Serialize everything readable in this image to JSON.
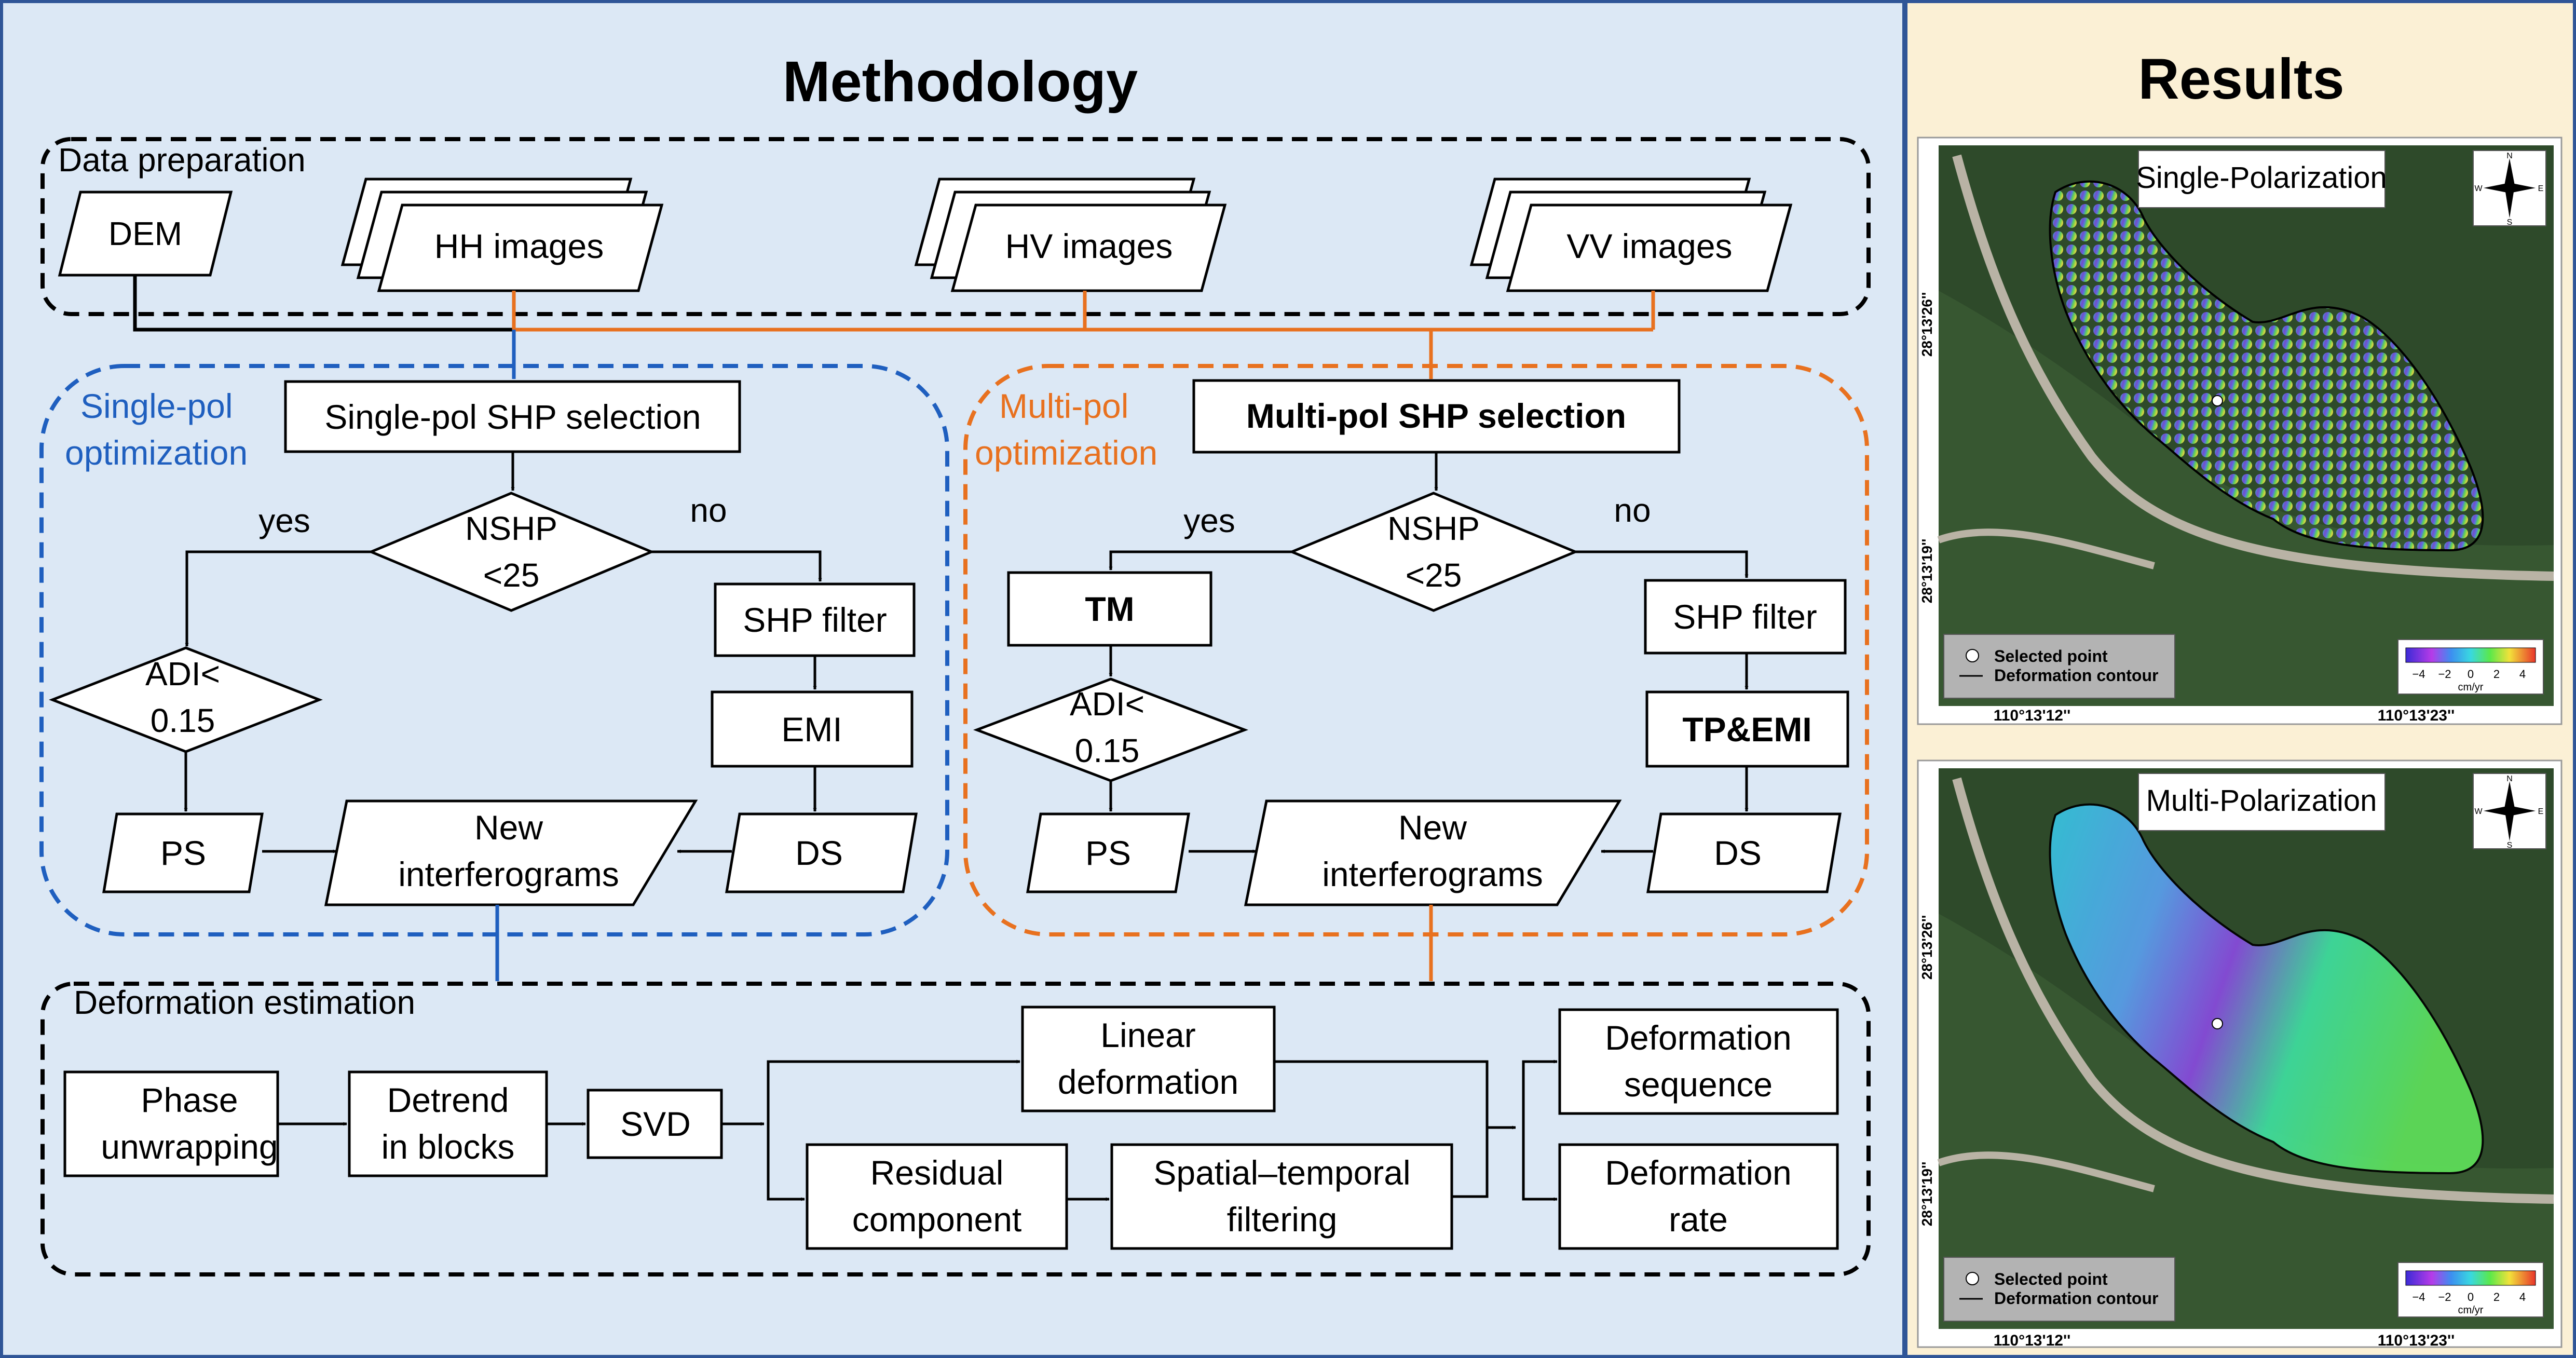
{
  "methodology": {
    "title": "Methodology",
    "data_preparation": "Data preparation",
    "dem": "DEM",
    "hh": "HH images",
    "hv": "HV images",
    "vv": "VV images",
    "single": {
      "group_label_1": "Single-pol",
      "group_label_2": "optimization",
      "selection": "Single-pol SHP selection",
      "nshp_1": "NSHP",
      "nshp_2": "<25",
      "yes": "yes",
      "no": "no",
      "adi_1": "ADI<",
      "adi_2": "0.15",
      "shp_filter": "SHP filter",
      "emi": "EMI",
      "ps": "PS",
      "ds": "DS",
      "new_int_1": "New",
      "new_int_2": "interferograms"
    },
    "multi": {
      "group_label_1": "Multi-pol",
      "group_label_2": "optimization",
      "selection": "Multi-pol SHP selection",
      "nshp_1": "NSHP",
      "nshp_2": "<25",
      "yes": "yes",
      "no": "no",
      "tm": "TM",
      "adi_1": "ADI<",
      "adi_2": "0.15",
      "shp_filter": "SHP filter",
      "tpemi": "TP&EMI",
      "ps": "PS",
      "ds": "DS",
      "new_int_1": "New",
      "new_int_2": "interferograms"
    },
    "deformation": {
      "label": "Deformation estimation",
      "phase_1": "Phase",
      "phase_2": "unwrapping",
      "detrend_1": "Detrend",
      "detrend_2": "in blocks",
      "svd": "SVD",
      "linear_1": "Linear",
      "linear_2": "deformation",
      "residual_1": "Residual",
      "residual_2": "component",
      "spatial_1": "Spatial–temporal",
      "spatial_2": "filtering",
      "seq_1": "Deformation",
      "seq_2": "sequence",
      "rate_1": "Deformation",
      "rate_2": "rate"
    }
  },
  "results": {
    "title": "Results",
    "panels": [
      {
        "label": "Single-Polarization",
        "lat_top": "28°13'26''",
        "lat_bottom": "28°13'19''",
        "lon_left": "110°13'12''",
        "lon_right": "110°13'23''",
        "legend_point": "Selected point",
        "legend_contour": "Deformation contour",
        "colorbar_ticks": [
          "−4",
          "−2",
          "0",
          "2",
          "4"
        ],
        "colorbar_unit": "cm/yr",
        "compass": [
          "N",
          "S",
          "W",
          "E"
        ]
      },
      {
        "label": "Multi-Polarization",
        "lat_top": "28°13'26''",
        "lat_bottom": "28°13'19''",
        "lon_left": "110°13'12''",
        "lon_right": "110°13'23''",
        "legend_point": "Selected point",
        "legend_contour": "Deformation contour",
        "colorbar_ticks": [
          "−4",
          "−2",
          "0",
          "2",
          "4"
        ],
        "colorbar_unit": "cm/yr",
        "compass": [
          "N",
          "S",
          "W",
          "E"
        ]
      }
    ]
  },
  "colors": {
    "methodology_bg": "#dce8f5",
    "results_bg": "#fbf0d5",
    "border": "#2f5597",
    "single_blue": "#1f5fbf",
    "multi_orange": "#e8711f",
    "black": "#000000",
    "map_dark": "#2e4a2a",
    "map_road": "#b9b3a5"
  }
}
